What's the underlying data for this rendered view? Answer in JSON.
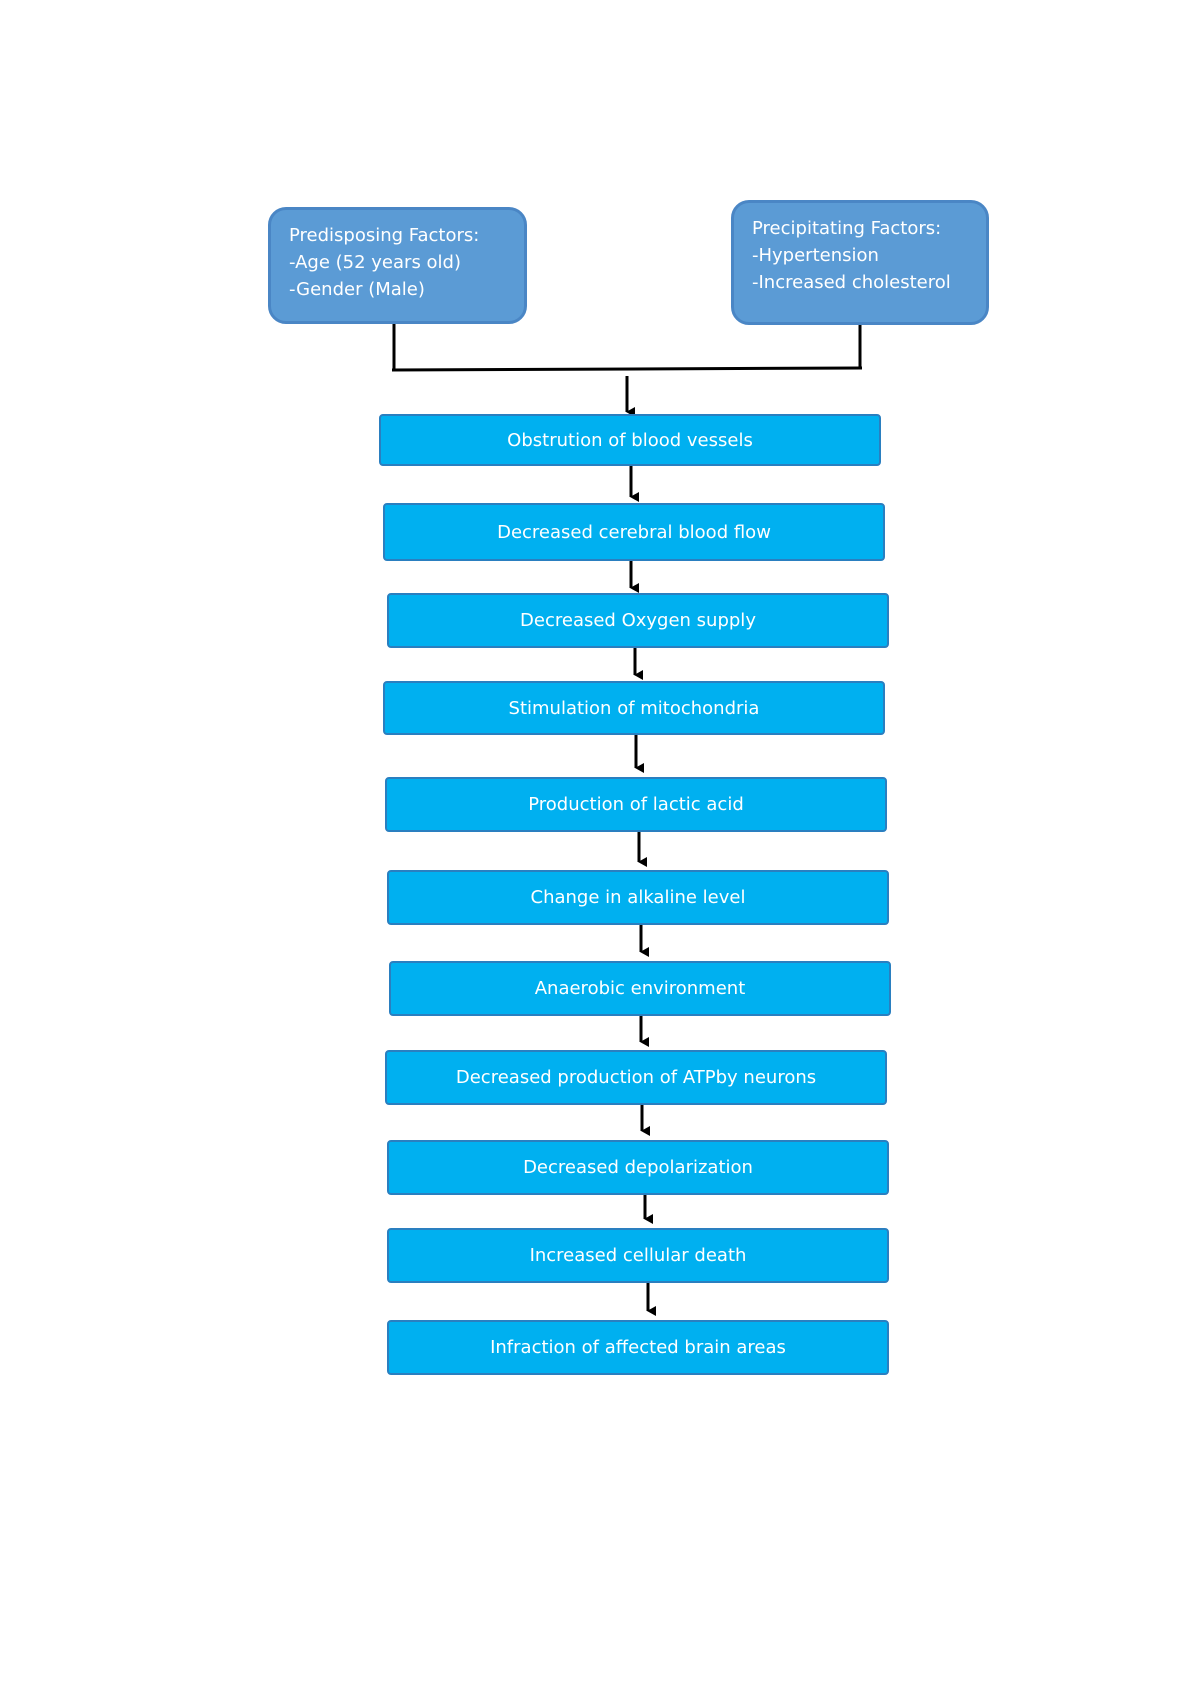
{
  "predisposing": {
    "title": "Predisposing Factors:",
    "items": [
      "-Age (52 years old)",
      "-Gender (Male)"
    ]
  },
  "precipitating": {
    "title": "Precipitating Factors:",
    "items": [
      "-Hypertension",
      "-Increased cholesterol"
    ]
  },
  "steps": [
    "Obstrution of blood vessels",
    "Decreased cerebral blood flow",
    "Decreased Oxygen supply",
    "Stimulation of mitochondria",
    "Production of lactic acid",
    "Change in alkaline level",
    "Anaerobic environment",
    "Decreased production of ATPby neurons",
    "Decreased depolarization",
    "Increased cellular death",
    "Infraction of affected brain areas"
  ],
  "colors": {
    "factor_fill": "#5b9bd5",
    "step_fill": "#00b0f0",
    "connector": "#000000"
  }
}
